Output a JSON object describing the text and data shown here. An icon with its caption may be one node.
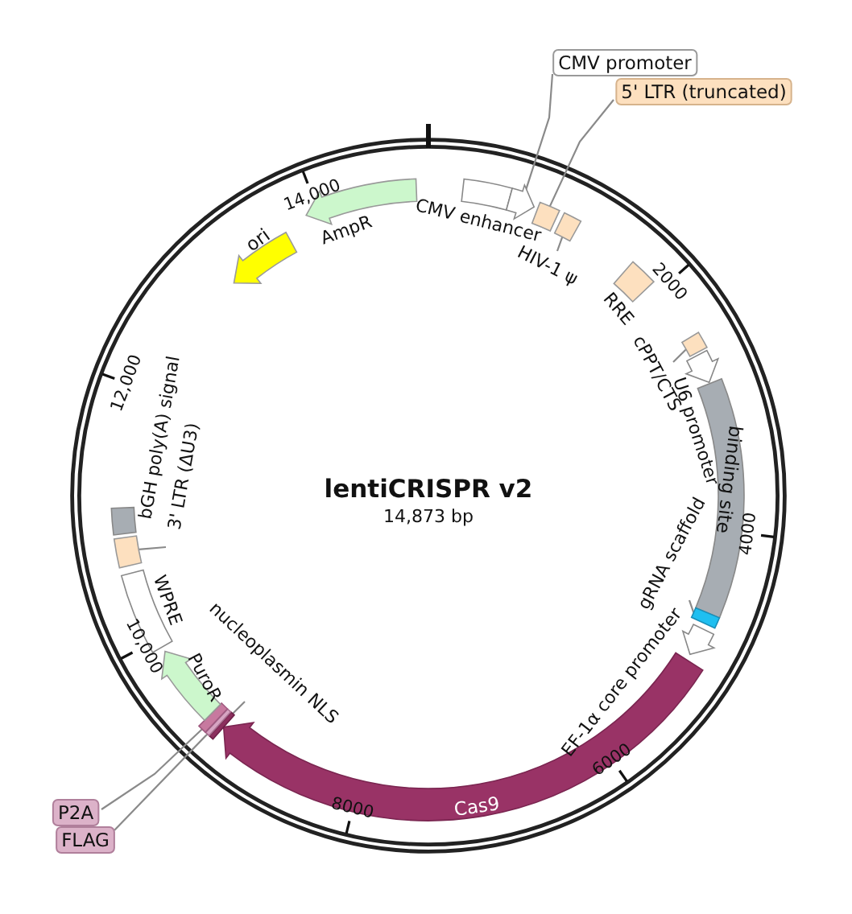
{
  "diagram": {
    "title": "lentiCRISPR v2",
    "nodes": [
      {
        "text": [],
        "shape": "box",
        "beside": [
          "CMV enhancer"
        ]
      },
      {
        "text": [],
        "shape": "arrow"
      },
      {
        "text": [],
        "shape": "box"
      },
      {
        "text": [],
        "shape": "box"
      },
      {
        "text": [],
        "shape": "box",
        "beside": [
          "RRE"
        ]
      },
      {
        "text": [],
        "shape": "box"
      },
      {
        "text": [],
        "shape": "arrow",
        "beside": [
          "U6 promoter"
        ]
      },
      {
        "text": [
          "binding site"
        ]
      },
      {
        "text": [],
        "shape": "bar"
      },
      {
        "text": [],
        "shape": "arrow",
        "beside": [
          "EF-1α core promoter"
        ]
      },
      {
        "text": [
          "Cas9"
        ]
      },
      {
        "text": [],
        "shape": "bar"
      },
      {
        "text": [],
        "shape": "bar"
      },
      {
        "text": [],
        "shape": "bar"
      },
      {
        "text": [],
        "shape": "arrow",
        "beside": [
          "PuroR"
        ]
      },
      {
        "text": [],
        "shape": "box",
        "beside": [
          "WPRE"
        ]
      },
      {
        "text": [],
        "shape": "box"
      },
      {
        "text": [],
        "shape": "box",
        "beside": [
          "bGH poly(A) signal"
        ]
      },
      {
        "text": [
          "ori"
        ]
      },
      {
        "text": [],
        "shape": "arrow",
        "beside": [
          "AmpR"
        ]
      },
      {
        "text": [
          "CMV promoter"
        ]
      },
      {
        "text": [
          "5' LTR (truncated)"
        ]
      },
      {
        "text": [
          "HIV-1 ψ"
        ]
      },
      {
        "text": [
          "cPPT/CTS"
        ]
      },
      {
        "text": [
          "gRNA scaffold"
        ]
      },
      {
        "text": [
          "nucleoplasmin NLS"
        ]
      },
      {
        "text": [
          "P2A"
        ]
      },
      {
        "text": [
          "FLAG"
        ]
      },
      {
        "text": [
          "3' LTR (ΔU3)"
        ]
      }
    ],
    "edges": [
      {
        "from": 20,
        "to": 1,
        "arrow": "none"
      },
      {
        "from": 21,
        "to": 2,
        "arrow": "none"
      },
      {
        "from": 22,
        "to": 3,
        "arrow": "none"
      },
      {
        "from": 23,
        "to": 5,
        "arrow": "none"
      },
      {
        "from": 24,
        "to": 8,
        "arrow": "none"
      },
      {
        "from": 25,
        "to": 11,
        "arrow": "none"
      },
      {
        "from": 26,
        "to": 13,
        "arrow": "none"
      },
      {
        "from": 27,
        "to": 12,
        "arrow": "none"
      },
      {
        "from": 28,
        "to": 16,
        "arrow": "none"
      }
    ],
    "labels": [
      "14,873 bp",
      "2000",
      "4000",
      "6000",
      "8000",
      "10,000",
      "12,000",
      "14,000"
    ]
  }
}
